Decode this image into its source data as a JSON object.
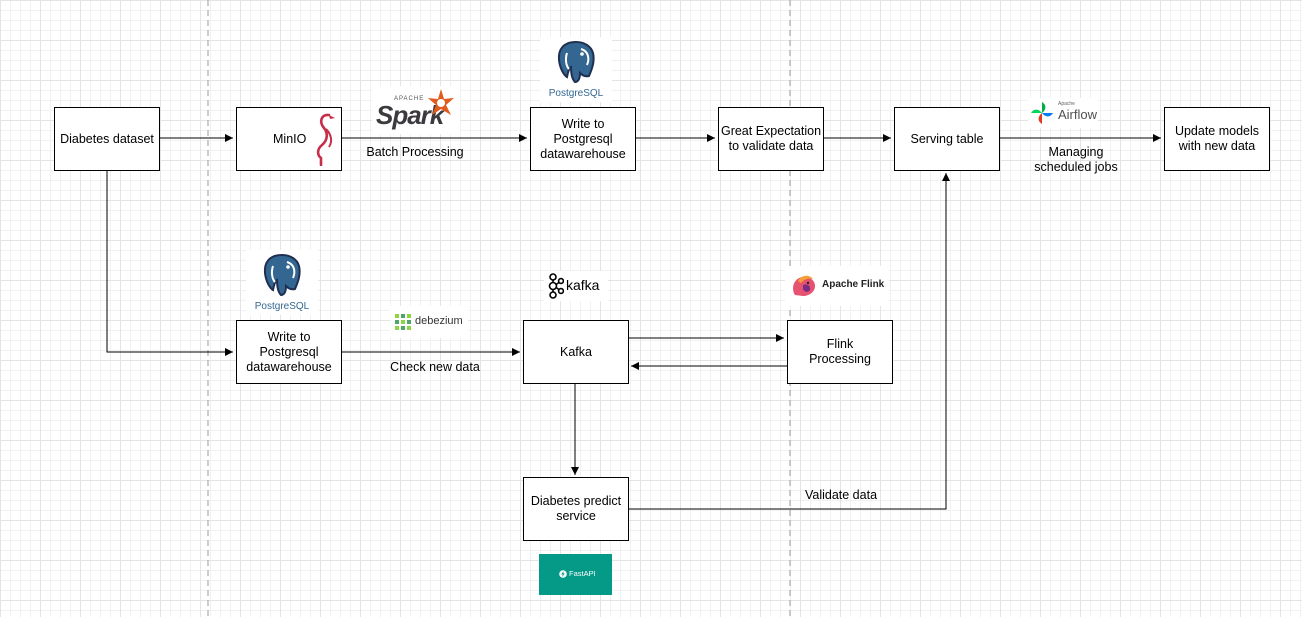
{
  "nodes": {
    "diabetes_dataset": "Diabetes dataset",
    "minio": "MinIO",
    "write_pg_top": "Write to\nPostgresql\ndatawarehouse",
    "great_expectation": "Great Expectation\nto validate data",
    "serving_table": "Serving table",
    "update_models": "Update models\nwith new data",
    "write_pg_bottom": "Write to\nPostgresql\ndatawarehouse",
    "kafka": "Kafka",
    "flink_processing": "Flink\nProcessing",
    "predict_service": "Diabetes predict\nservice"
  },
  "edge_labels": {
    "batch": "Batch Processing",
    "managing": "Managing\nscheduled jobs",
    "check_new": "Check new data",
    "validate": "Validate data"
  },
  "logos": {
    "spark": {
      "top": "APACHE",
      "main": "Spark"
    },
    "postgres": "PostgreSQL",
    "airflow": {
      "top": "Apache",
      "main": "Airflow"
    },
    "debezium": "debezium",
    "kafka": "kafka",
    "flink": "Apache Flink",
    "fastapi": "FastAPI"
  },
  "colors": {
    "postgres": "#336791",
    "minio": "#c72e49",
    "spark": "#e25a1c",
    "airflow_blue": "#017cee",
    "fastapi": "#059a87",
    "debezium": "#4fa56a",
    "flink": "#d9446a"
  }
}
